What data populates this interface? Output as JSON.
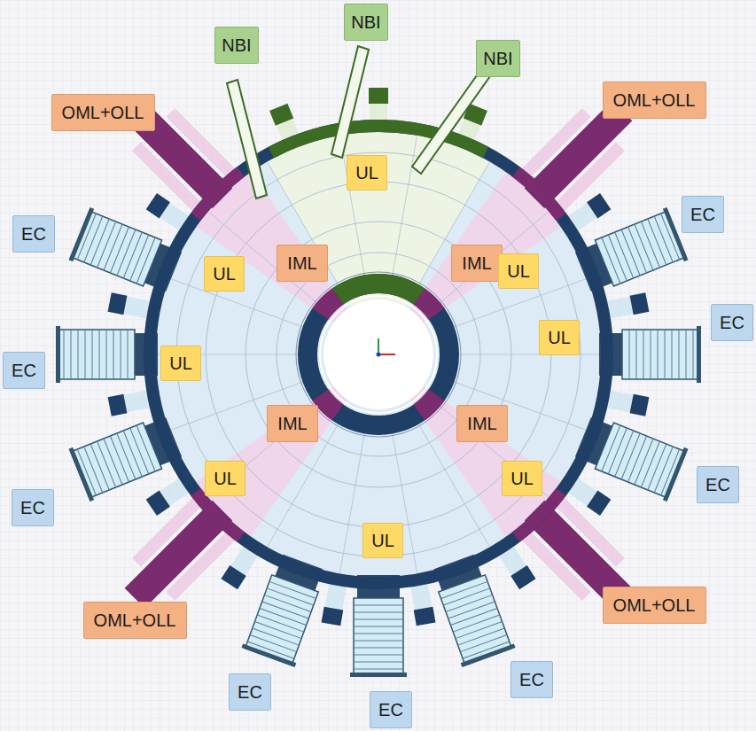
{
  "diagram": {
    "nodes": [
      {
        "text": [
          "NBI"
        ]
      },
      {
        "text": [
          "NBI"
        ]
      },
      {
        "text": [
          "NBI"
        ]
      },
      {
        "text": [
          "OML+OLL"
        ]
      },
      {
        "text": [
          "OML+OLL"
        ]
      },
      {
        "text": [
          "UL"
        ]
      },
      {
        "text": [
          "EC"
        ]
      },
      {
        "text": [
          "EC"
        ]
      },
      {
        "text": [
          "UL"
        ]
      },
      {
        "text": [
          "IML"
        ]
      },
      {
        "text": [
          "IML"
        ]
      },
      {
        "text": [
          "UL"
        ]
      },
      {
        "text": [
          "UL"
        ]
      },
      {
        "text": [
          "EC"
        ]
      },
      {
        "text": [
          "UL"
        ]
      },
      {
        "text": [
          "EC"
        ]
      },
      {
        "text": [
          "IML"
        ]
      },
      {
        "text": [
          "IML"
        ]
      },
      {
        "text": [
          "UL"
        ]
      },
      {
        "text": [
          "UL"
        ]
      },
      {
        "text": [
          "EC"
        ]
      },
      {
        "text": [
          "EC"
        ]
      },
      {
        "text": [
          "UL"
        ]
      },
      {
        "text": [
          "OML+OLL"
        ]
      },
      {
        "text": [
          "OML+OLL"
        ]
      },
      {
        "text": [
          "EC"
        ]
      },
      {
        "text": [
          "EC"
        ]
      },
      {
        "text": [
          "EC"
        ]
      }
    ]
  }
}
